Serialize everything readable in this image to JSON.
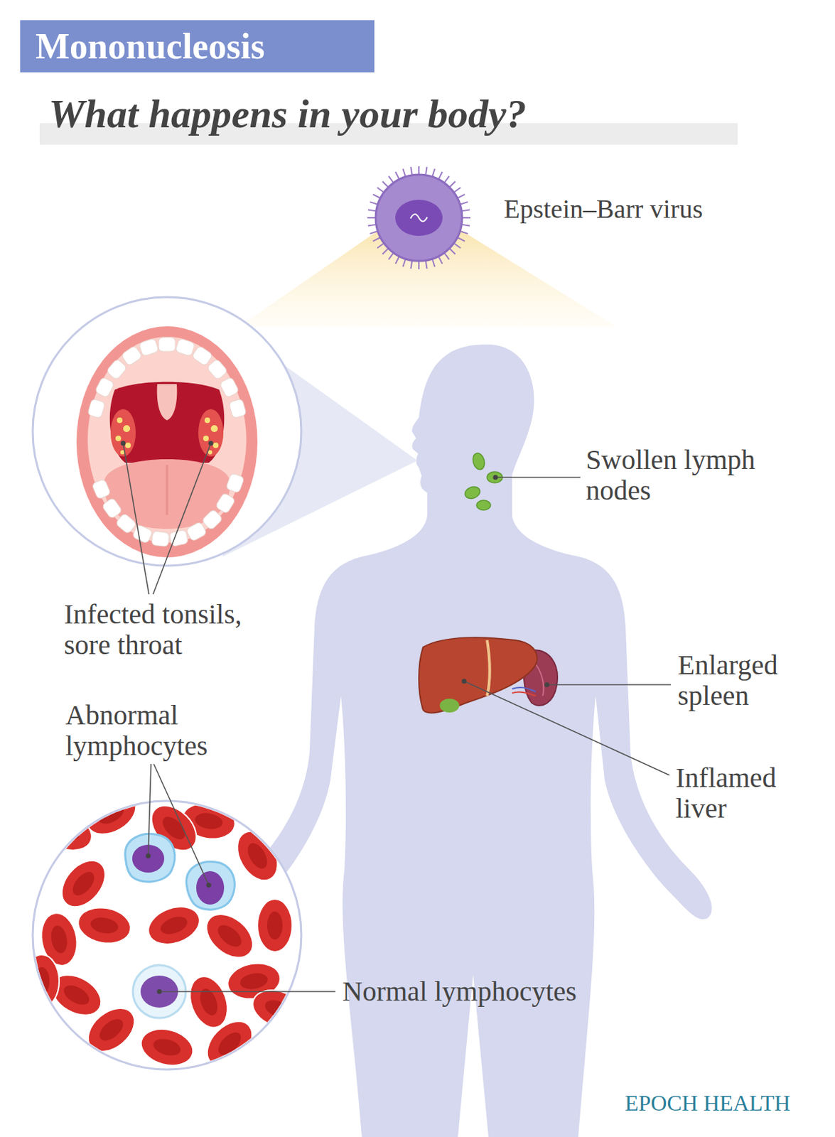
{
  "diagram": {
    "title": "Mononucleosis",
    "labels": [
      "What happens in your body?",
      "Epstein–Barr virus",
      "Swollen lymph nodes",
      "Infected tonsils, sore throat",
      "Enlarged spleen",
      "Inflamed liver",
      "Abnormal lymphocytes",
      "Normal lymphocytes",
      "EPOCH HEALTH"
    ]
  }
}
